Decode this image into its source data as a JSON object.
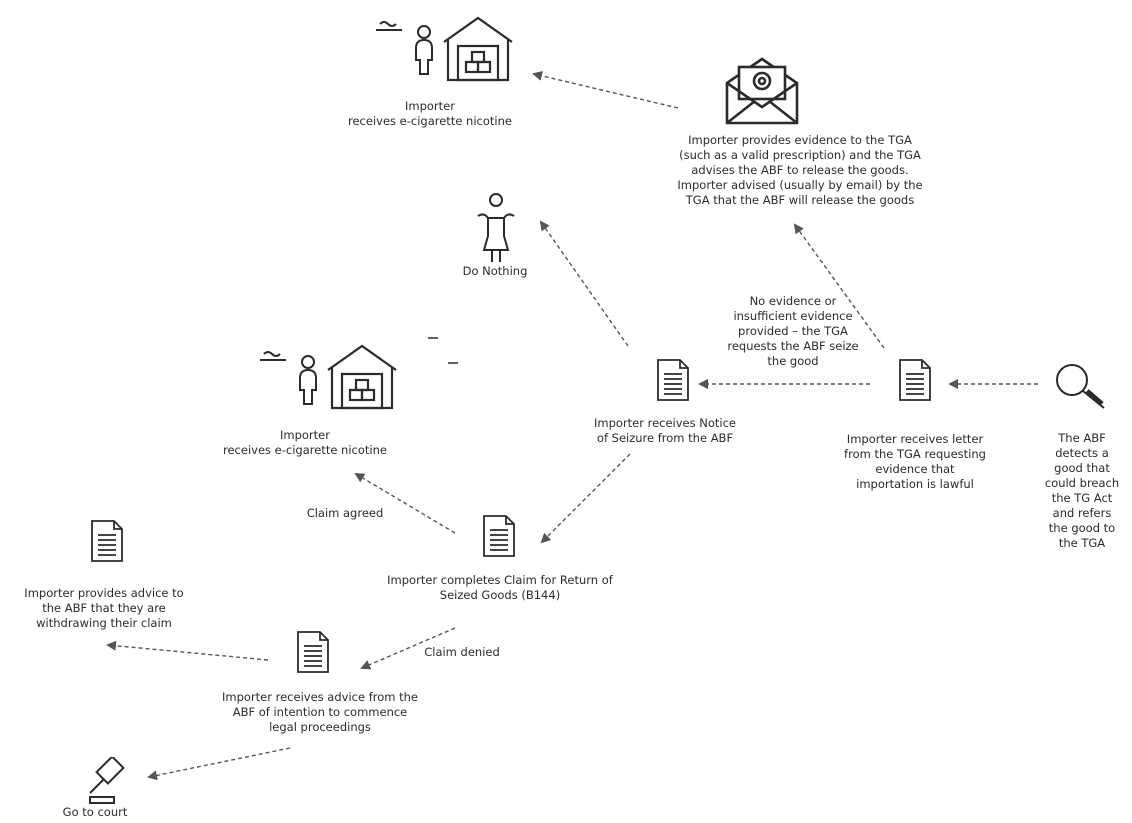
{
  "nodes": {
    "receive_top": {
      "lines": [
        "Importer",
        "receives e-cigarette nicotine"
      ],
      "icons": [
        "cigarette-icon",
        "person-icon",
        "warehouse-icon"
      ]
    },
    "tga_release": {
      "lines": [
        "Importer provides evidence to the TGA",
        "(such as a valid prescription) and the TGA",
        "advises the ABF to release the goods.",
        "Importer advised (usually by email) by the",
        "TGA that the ABF will release the goods"
      ],
      "icons": [
        "email-icon"
      ]
    },
    "do_nothing": {
      "lines": [
        "Do Nothing"
      ],
      "icons": [
        "shrugging-person-icon"
      ]
    },
    "receive_mid": {
      "lines": [
        "Importer",
        "receives e-cigarette nicotine"
      ],
      "icons": [
        "cigarette-icon",
        "person-icon",
        "warehouse-icon"
      ]
    },
    "notice_seizure": {
      "lines": [
        "Importer receives Notice",
        "of Seizure from the ABF"
      ],
      "icons": [
        "document-icon"
      ]
    },
    "tga_letter": {
      "lines": [
        "Importer receives letter",
        "from the TGA requesting",
        "evidence that",
        "importation is lawful"
      ],
      "icons": [
        "document-icon"
      ]
    },
    "abf_detects": {
      "lines": [
        "The ABF",
        "detects a",
        "good  that",
        "could breach",
        "the TG Act",
        "and refers",
        "the good to",
        "the TGA"
      ],
      "icons": [
        "magnifier-icon"
      ]
    },
    "claim_return": {
      "lines": [
        "Importer completes Claim for Return of",
        "Seized Goods (B144)"
      ],
      "icons": [
        "document-icon"
      ]
    },
    "withdraw": {
      "lines": [
        "Importer provides advice to",
        "the ABF that they are",
        "withdrawing their claim"
      ],
      "icons": [
        "document-icon"
      ]
    },
    "legal_advice": {
      "lines": [
        "Importer receives advice from the",
        "ABF of intention to commence",
        "legal proceedings"
      ],
      "icons": [
        "document-icon"
      ]
    },
    "court": {
      "lines": [
        "Go to court"
      ],
      "icons": [
        "gavel-icon"
      ]
    }
  },
  "edge_labels": {
    "no_evidence": [
      "No evidence or",
      "insufficient evidence",
      "provided – the TGA",
      "requests the ABF seize",
      "the good"
    ],
    "claim_agreed": "Claim agreed",
    "claim_denied": "Claim denied"
  },
  "colors": {
    "ink": "#2b2b2b",
    "arrow": "#555555",
    "background": "#ffffff"
  }
}
